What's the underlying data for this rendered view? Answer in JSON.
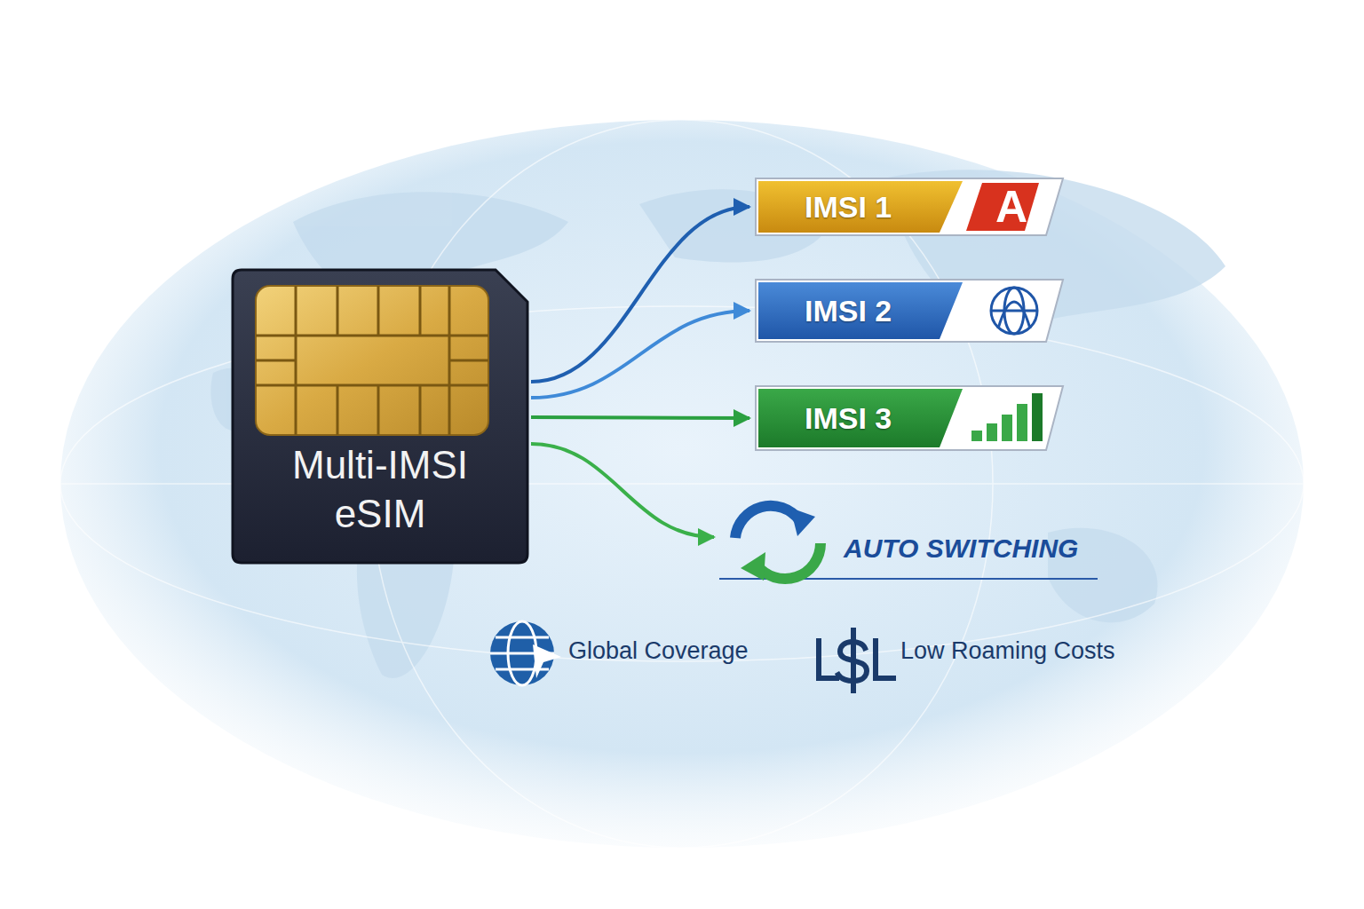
{
  "diagram": {
    "nodes": [
      {
        "text": [
          "Multi-IMSI eSIM"
        ]
      },
      {
        "text": [
          "IMSI 1",
          "A"
        ]
      },
      {
        "text": [
          "IMSI 2"
        ]
      },
      {
        "text": [
          "IMSI 3"
        ]
      },
      {
        "text": [
          "AUTO SWITCHING"
        ]
      }
    ],
    "edges": [
      {
        "from": 0,
        "to": 1,
        "arrow": "to"
      },
      {
        "from": 0,
        "to": 2,
        "arrow": "to"
      },
      {
        "from": 0,
        "to": 3,
        "arrow": "to"
      },
      {
        "from": 0,
        "to": 4,
        "arrow": "to"
      }
    ],
    "labels": [
      "Global Coverage",
      "Low Roaming Costs"
    ]
  }
}
